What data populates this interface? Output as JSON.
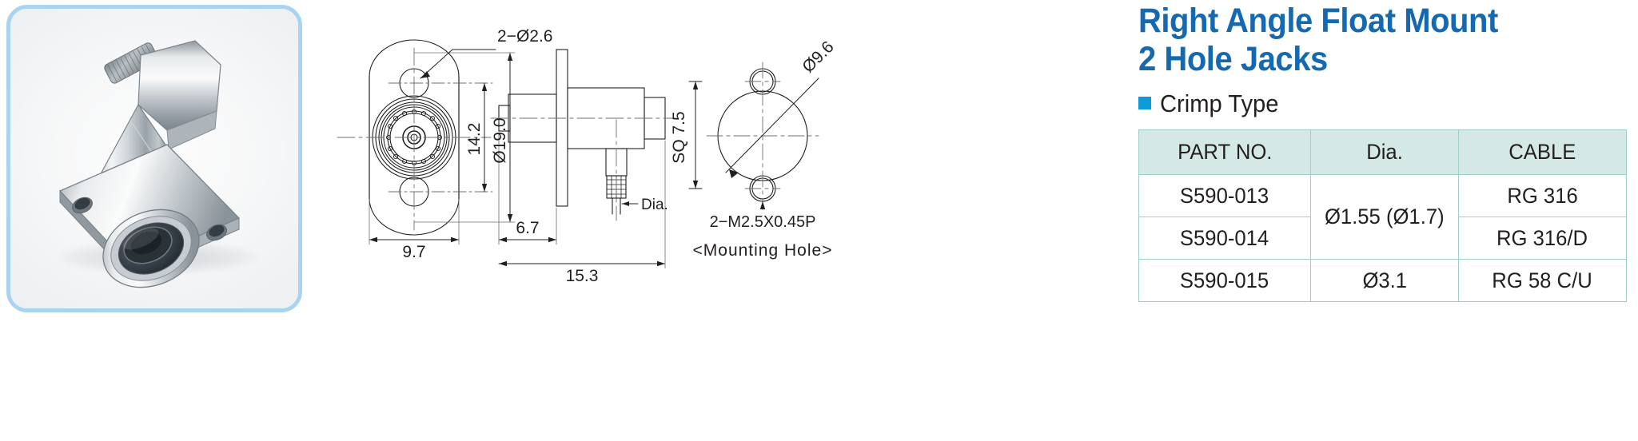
{
  "product_photo": {
    "alt_name": "right-angle-float-mount-2-hole-jack-connector"
  },
  "header": {
    "title_line1": "Right Angle Float Mount",
    "title_line2": "2 Hole Jacks",
    "title_color": "#1569b0",
    "subtitle": "Crimp Type",
    "bullet_color": "#0f9bd7"
  },
  "table": {
    "headers": [
      "PART NO.",
      "Dia.",
      "CABLE"
    ],
    "header_bg": "#d4e8e6",
    "border_color": "#9fcfc9",
    "rows": [
      {
        "part_no": "S590-013",
        "dia": "Ø1.55 (Ø1.7)",
        "cable": "RG 316"
      },
      {
        "part_no": "S590-014",
        "dia": "",
        "cable": "RG 316/D"
      },
      {
        "part_no": "S590-015",
        "dia": "Ø3.1",
        "cable": "RG 58 C/U"
      }
    ]
  },
  "drawings": {
    "front_view": {
      "callout_hole": "2−Ø2.6",
      "dim_hole_spacing": "14.2",
      "dim_flange_diameter": "Ø19.0",
      "dim_width": "9.7"
    },
    "side_view": {
      "dim_flange_to_body": "6.7",
      "dim_overall_length": "15.3",
      "label_cable_dia": "Dia."
    },
    "mounting_hole_view": {
      "dim_square": "SQ  7.5",
      "dim_center_hole": "Ø9.6",
      "thread_callout": "2−M2.5X0.45P",
      "caption": "<Mounting  Hole>"
    }
  }
}
